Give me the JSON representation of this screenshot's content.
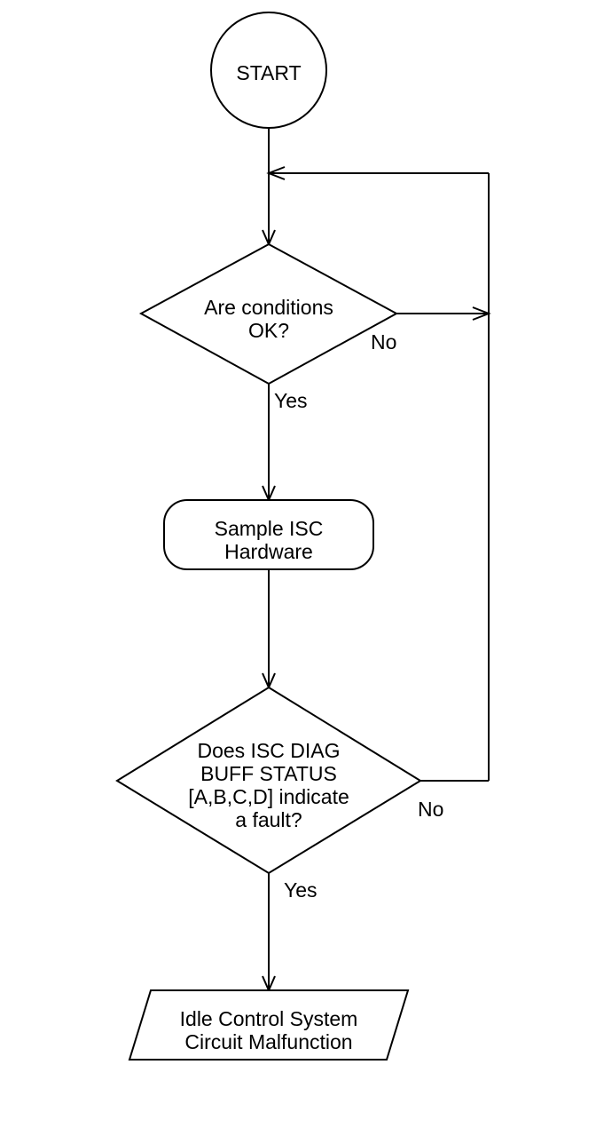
{
  "flowchart": {
    "start": {
      "label": "START"
    },
    "decision_conditions": {
      "lines": [
        "Are conditions",
        "OK?"
      ],
      "yes_label": "Yes",
      "no_label": "No"
    },
    "process_sample": {
      "lines": [
        "Sample ISC",
        "Hardware"
      ]
    },
    "decision_fault": {
      "lines": [
        "Does ISC DIAG",
        "BUFF STATUS",
        "[A,B,C,D] indicate",
        "a fault?"
      ],
      "yes_label": "Yes",
      "no_label": "No"
    },
    "output_malfunction": {
      "lines": [
        "Idle Control System",
        "Circuit Malfunction"
      ]
    }
  }
}
